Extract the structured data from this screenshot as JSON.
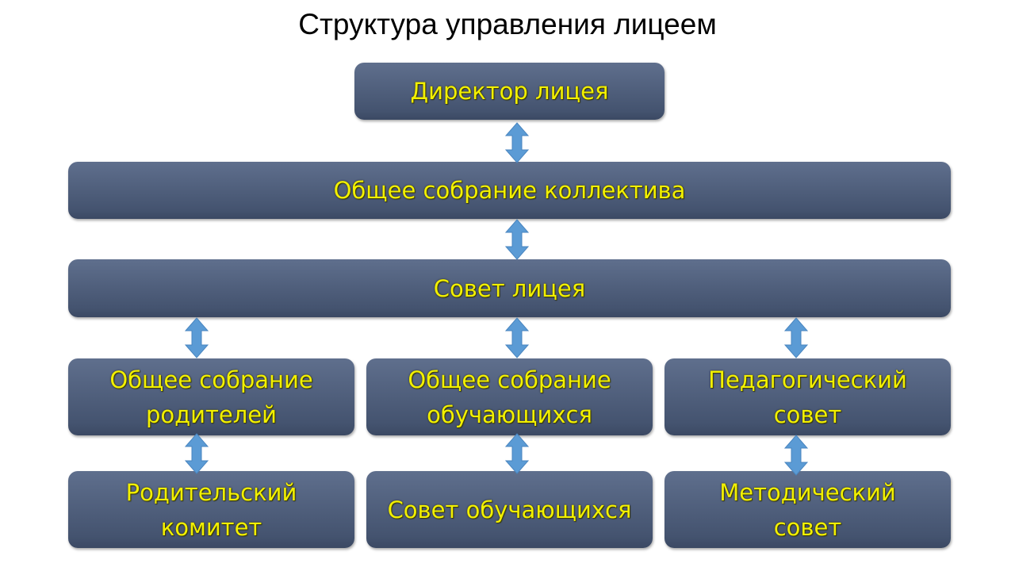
{
  "title": "Структура управления лицеем",
  "nodes": {
    "director": "Директор лицея",
    "general_meeting": "Общее собрание коллектива",
    "council": "Совет лицея",
    "parents_meeting": "Общее собрание родителей",
    "students_meeting": "Общее собрание обучающихся",
    "pedagogical_council": "Педагогический совет",
    "parents_committee": "Родительский комитет",
    "students_council": "Совет обучающихся",
    "methodical_council": "Методический совет"
  },
  "colors": {
    "box": "#4f5e7b",
    "text": "#f2f000",
    "arrow": "#5b9bd5"
  }
}
